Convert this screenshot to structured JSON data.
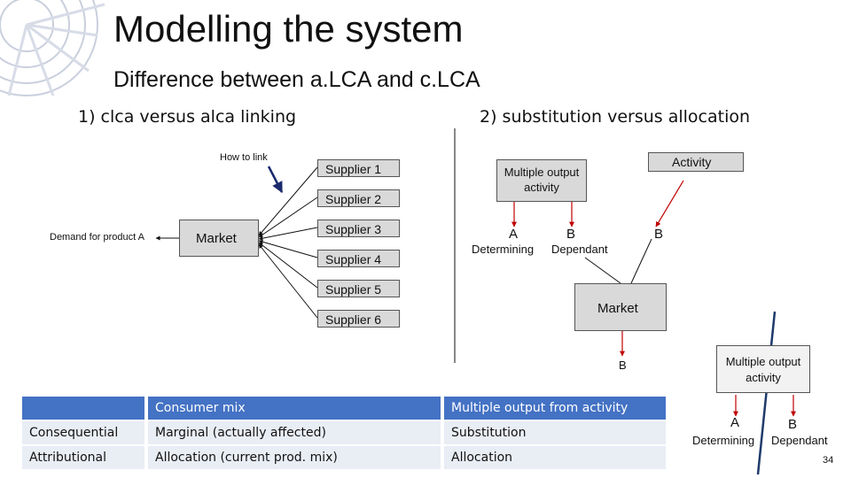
{
  "slide": {
    "title": "Modelling the system",
    "subtitle": "Difference between a.LCA and c.LCA",
    "page_number": "34"
  },
  "left": {
    "heading": "1) clca versus alca linking",
    "how_to_link": "How to link",
    "demand": "Demand for product A",
    "market": "Market",
    "suppliers": [
      "Supplier 1",
      "Supplier 2",
      "Supplier 3",
      "Supplier 4",
      "Supplier 5",
      "Supplier 6"
    ]
  },
  "right": {
    "heading": "2) substitution versus allocation",
    "multi_output": "Multiple output activity",
    "activity": "Activity",
    "a": "A",
    "b": "B",
    "b_activity": "B",
    "determining": "Determining",
    "dependant": "Dependant",
    "market": "Market",
    "market_out": "B",
    "multi_output_2": "Multiple output activity",
    "a2": "A",
    "b2": "B",
    "determining2": "Determining",
    "dependant2": "Dependant"
  },
  "table": {
    "header": [
      "",
      "Consumer mix",
      "Multiple output from activity"
    ],
    "rows": [
      [
        "Consequential",
        "Marginal (actually affected)",
        "Substitution"
      ],
      [
        "Attributional",
        "Allocation (current prod. mix)",
        "Allocation"
      ]
    ]
  },
  "colors": {
    "table_header": "#4472c4",
    "table_row": "#e9edf4",
    "box_fill": "#d9d9d9",
    "red_arrow": "#c00000",
    "blue_arrow": "#1f3a6b"
  }
}
